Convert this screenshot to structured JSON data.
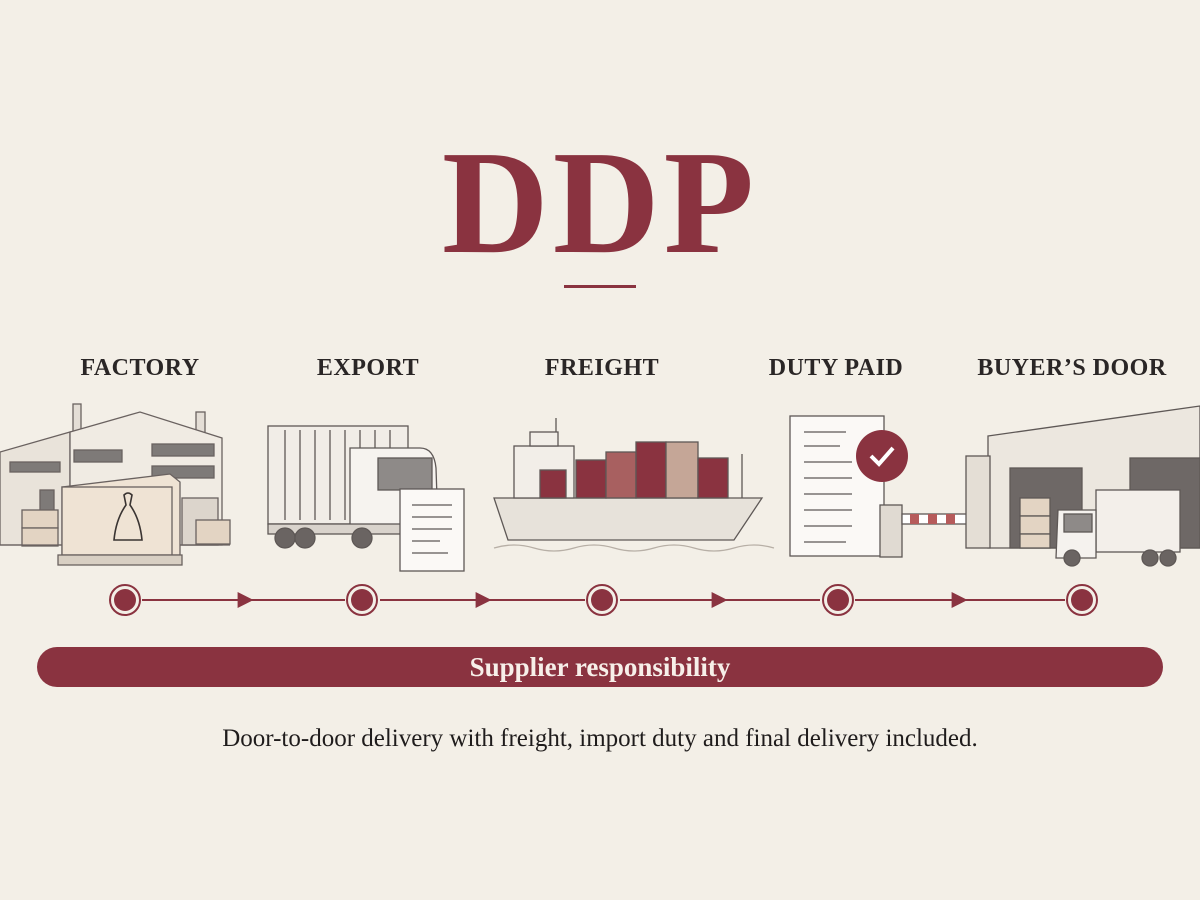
{
  "title": "DDP",
  "stages": [
    {
      "label": "FACTORY",
      "icon": "factory-icon"
    },
    {
      "label": "EXPORT",
      "icon": "truck-document-icon"
    },
    {
      "label": "FREIGHT",
      "icon": "container-ship-icon"
    },
    {
      "label": "DUTY PAID",
      "icon": "customs-check-icon"
    },
    {
      "label": "BUYER’S DOOR",
      "icon": "warehouse-truck-icon"
    }
  ],
  "responsibility_band": "Supplier responsibility",
  "caption": "Door-to-door delivery with freight, import duty and final delivery included.",
  "colors": {
    "accent": "#8a3340",
    "background": "#f3efe7",
    "text": "#2a2626"
  }
}
